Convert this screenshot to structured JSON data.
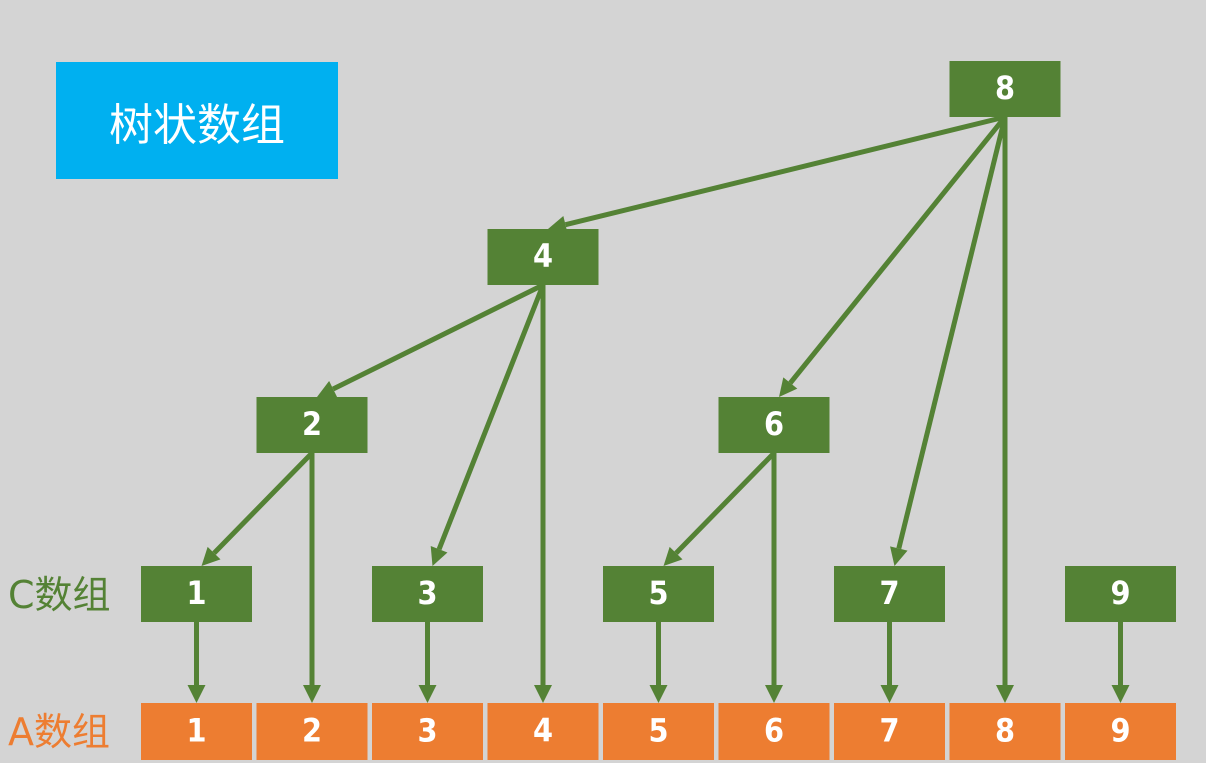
{
  "title": "树状数组",
  "c_label": "C数组",
  "a_label": "A数组",
  "colors": {
    "background": "#d4d4d4",
    "title_bg": "#00b0f0",
    "c_node": "#548235",
    "a_node": "#ed7d31",
    "edge": "#548235",
    "node_text": "#ffffff"
  },
  "c_nodes": [
    "1",
    "2",
    "3",
    "4",
    "5",
    "6",
    "7",
    "8",
    "9"
  ],
  "a_nodes": [
    "1",
    "2",
    "3",
    "4",
    "5",
    "6",
    "7",
    "8",
    "9"
  ],
  "tree_edges": [
    {
      "from": "8",
      "to": "4"
    },
    {
      "from": "8",
      "to": "6"
    },
    {
      "from": "8",
      "to": "7"
    },
    {
      "from": "4",
      "to": "2"
    },
    {
      "from": "4",
      "to": "3"
    },
    {
      "from": "2",
      "to": "1"
    },
    {
      "from": "6",
      "to": "5"
    }
  ],
  "a_edges": [
    {
      "from": "1",
      "to": "1"
    },
    {
      "from": "2",
      "to": "2"
    },
    {
      "from": "3",
      "to": "3"
    },
    {
      "from": "4",
      "to": "4"
    },
    {
      "from": "5",
      "to": "5"
    },
    {
      "from": "6",
      "to": "6"
    },
    {
      "from": "7",
      "to": "7"
    },
    {
      "from": "8",
      "to": "8"
    },
    {
      "from": "9",
      "to": "9"
    }
  ]
}
